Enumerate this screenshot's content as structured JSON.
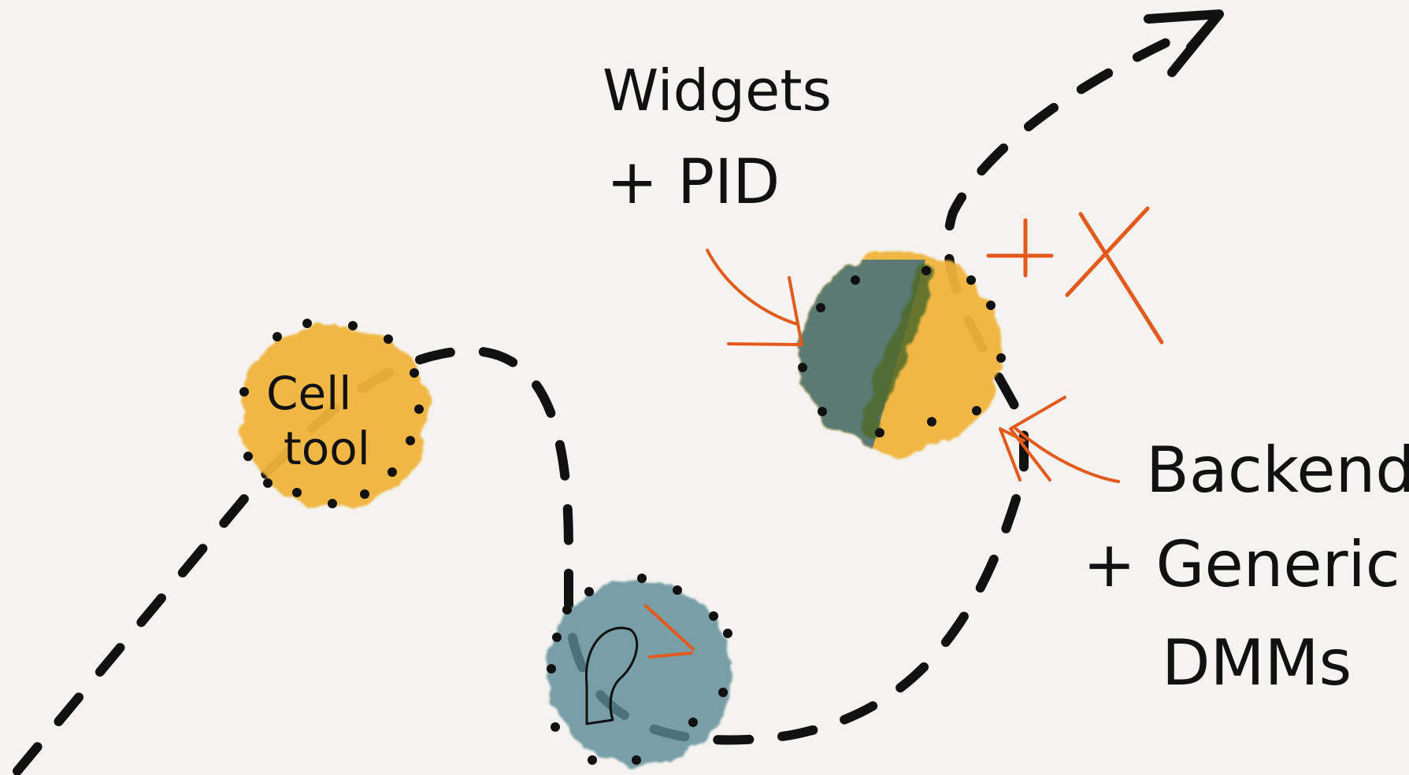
{
  "nodes": {
    "cell_tool": {
      "label_line1": "Cell",
      "label_line2": "tool",
      "color": "#f0b43a"
    },
    "bottom_node": {
      "color": "#5a8a96"
    },
    "merged_node": {
      "color_left": "#f0b43a",
      "color_right": "#3f6f7b",
      "color_mid": "#4f6a2c"
    }
  },
  "labels": {
    "widgets_line1": "Widgets",
    "widgets_line2": "+ PID",
    "plus_x": "+X",
    "backends_line1": "Backends",
    "backends_line2": "+ Generic",
    "backends_line3": "DMMs"
  },
  "colors": {
    "background": "#f4f3ef",
    "ink": "#111111",
    "accent_orange": "#e25a1c",
    "yellow": "#f0b43a",
    "teal": "#5a8a96"
  }
}
